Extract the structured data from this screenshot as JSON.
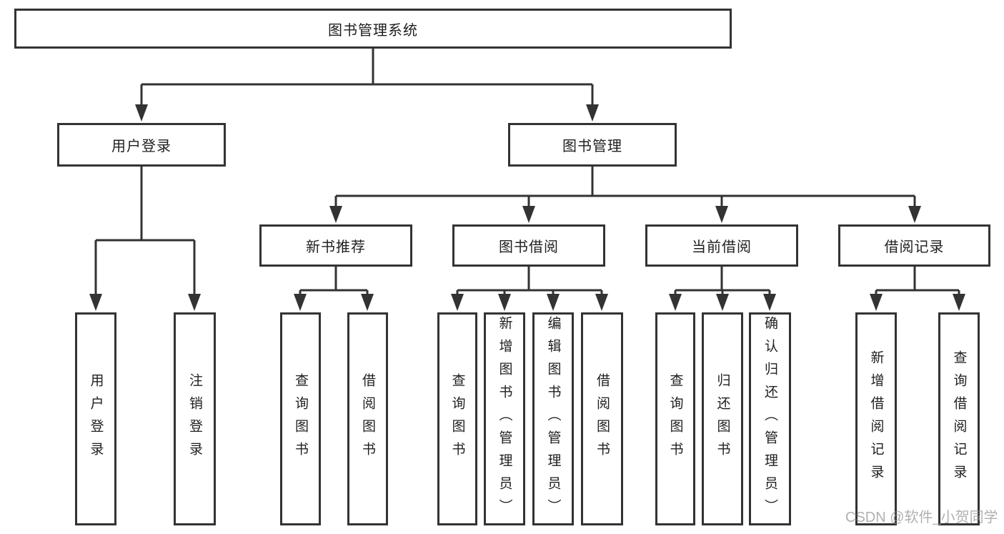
{
  "diagram": {
    "title": "图书管理系统",
    "level2": [
      {
        "label": "用户登录"
      },
      {
        "label": "图书管理"
      }
    ],
    "level3": [
      {
        "label": "新书推荐"
      },
      {
        "label": "图书借阅"
      },
      {
        "label": "当前借阅"
      },
      {
        "label": "借阅记录"
      }
    ],
    "leaves": {
      "user_login": [
        "用户登录",
        "注销登录"
      ],
      "new_book": [
        "查询图书",
        "借阅图书"
      ],
      "book_borrow": [
        "查询图书",
        "新增图书（管理员）",
        "编辑图书（管理员）",
        "借阅图书"
      ],
      "current_borrow": [
        "查询图书",
        "归还图书",
        "确认归还（管理员）"
      ],
      "borrow_record": [
        "新增借阅记录",
        "查询借阅记录"
      ]
    },
    "colors": {
      "line": "#333333",
      "text": "#1f1f1f",
      "background": "#ffffff",
      "watermark": "#969696"
    }
  },
  "watermark": "CSDN @软件_小贺同学"
}
